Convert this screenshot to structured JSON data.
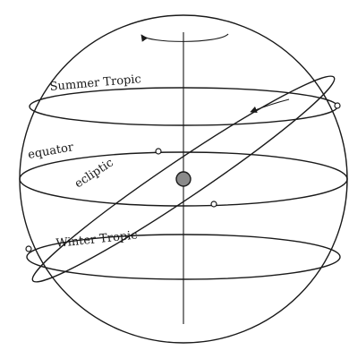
{
  "labels": {
    "summer_tropic": "Summer Tropic",
    "equator": "equator",
    "ecliptic": "ecliptic",
    "winter_tropic": "Winter Tropic"
  },
  "colors": {
    "line": "#1a1a1a",
    "earth_fill": "#8a8a8a",
    "background": "#ffffff"
  }
}
